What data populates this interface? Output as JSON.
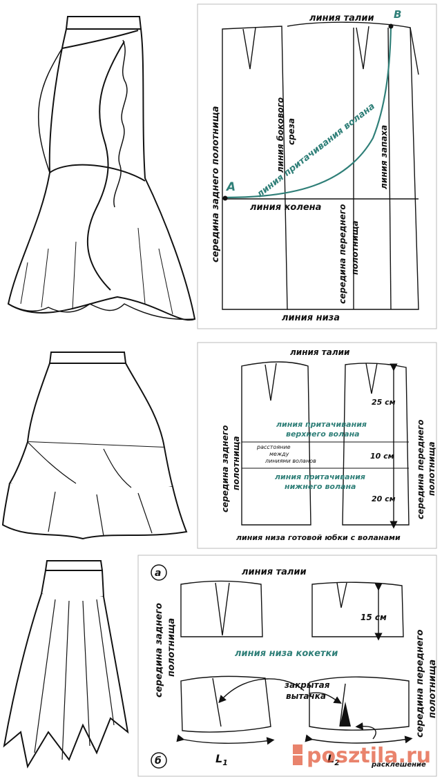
{
  "panel1": {
    "waist": "линия   талии",
    "point_b": "В",
    "point_a": "А",
    "back_center": "середина заднего полотнища",
    "side_cut_1": "линия бокового",
    "side_cut_2": "среза",
    "flounce_line": "линия притачивания волана",
    "wrap_line": "линия запаха",
    "knee_line": "линия колена",
    "front_center_1": "середина переднего",
    "front_center_2": "полотнища",
    "hem_line": "линия низа"
  },
  "panel2": {
    "waist": "линия   талии",
    "back_center_1": "середина заднего",
    "back_center_2": "полотнища",
    "front_center_1": "середина переднего",
    "front_center_2": "полотнища",
    "upper_flounce_1": "линия притачивания",
    "upper_flounce_2": "верхнего волана",
    "distance_1": "расстояние",
    "distance_2": "между",
    "distance_3": "линиями воланов",
    "lower_flounce_1": "линия притачивания",
    "lower_flounce_2": "нижнего волана",
    "dim_1": "25 см",
    "dim_2": "10 см",
    "dim_3": "20 см",
    "hem_line": "линия низа готовой юбки с воланами"
  },
  "panel3": {
    "label_a": "а",
    "label_b": "б",
    "waist": "линия   талии",
    "back_center_1": "середина заднего",
    "back_center_2": "полотнища",
    "front_center_1": "середина переднего",
    "front_center_2": "полотнища",
    "yoke_hem": "линия низа кокетки",
    "dim": "15 см",
    "closed_dart_1": "закрытая",
    "closed_dart_2": "вытачка",
    "l1": "L",
    "l1_sub": "1",
    "l2": "L",
    "l2_sub": "2",
    "flare": "расклешение"
  },
  "watermark": "posztila.ru"
}
